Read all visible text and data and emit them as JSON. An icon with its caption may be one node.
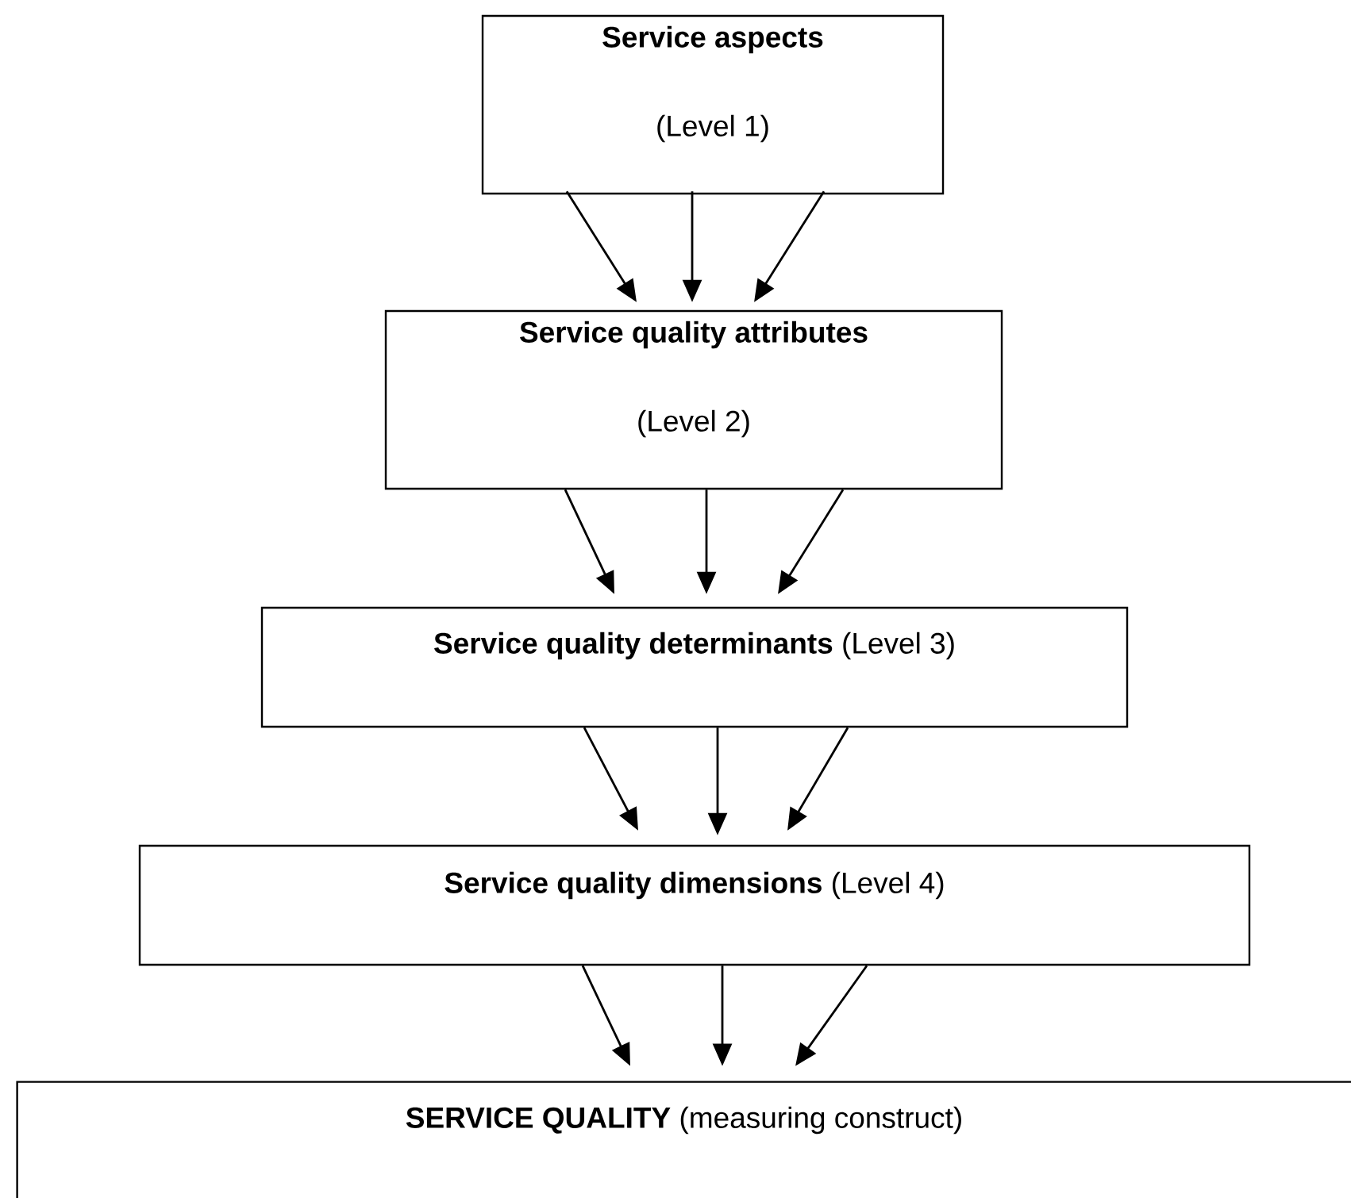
{
  "diagram": {
    "nodes": [
      {
        "text": [
          "Service aspects",
          "(Level 1)"
        ]
      },
      {
        "text": [
          "Service quality attributes",
          "(Level 2)"
        ]
      },
      {
        "text": [
          "**Service quality determinants** (Level 3)"
        ]
      },
      {
        "text": [
          "**Service quality dimensions** (Level 4)"
        ]
      },
      {
        "text": [
          "**SERVICE QUALITY** (measuring construct)"
        ]
      }
    ],
    "edges": [
      {
        "from": 0,
        "to": 1,
        "arrow": "to"
      },
      {
        "from": 0,
        "to": 1,
        "arrow": "to"
      },
      {
        "from": 0,
        "to": 1,
        "arrow": "to"
      },
      {
        "from": 1,
        "to": 2,
        "arrow": "to"
      },
      {
        "from": 1,
        "to": 2,
        "arrow": "to"
      },
      {
        "from": 1,
        "to": 2,
        "arrow": "to"
      },
      {
        "from": 2,
        "to": 3,
        "arrow": "to"
      },
      {
        "from": 2,
        "to": 3,
        "arrow": "to"
      },
      {
        "from": 2,
        "to": 3,
        "arrow": "to"
      },
      {
        "from": 3,
        "to": 4,
        "arrow": "to"
      },
      {
        "from": 3,
        "to": 4,
        "arrow": "to"
      },
      {
        "from": 3,
        "to": 4,
        "arrow": "to"
      }
    ]
  }
}
